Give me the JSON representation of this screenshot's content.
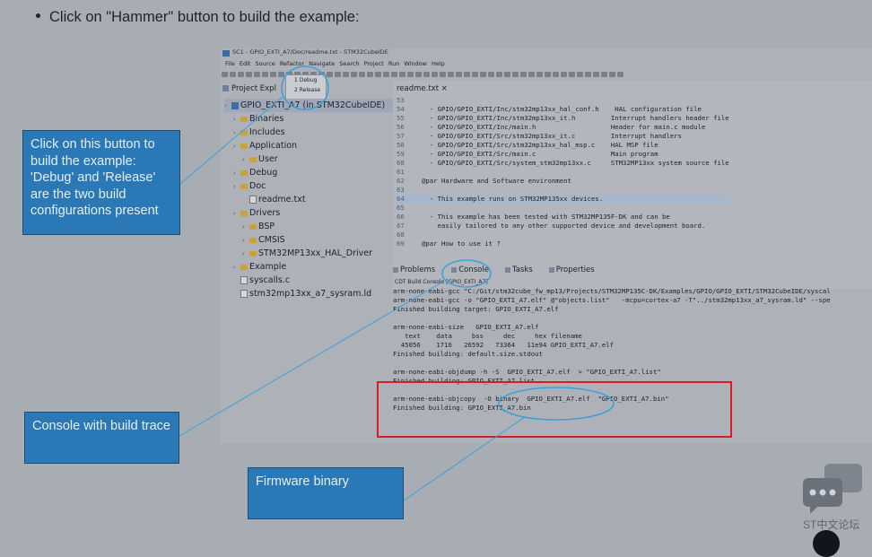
{
  "instruction": "Click on \"Hammer\" button to build the example:",
  "ide": {
    "window_title": "SC1 - GPIO_EXTI_A7/Doc/readme.txt - STM32CubeIDE",
    "menu": [
      "File",
      "Edit",
      "Source",
      "Refactor",
      "Navigate",
      "Search",
      "Project",
      "Run",
      "Window",
      "Help"
    ],
    "build_menu": [
      "1 Debug",
      "2 Release"
    ],
    "project_explorer_tab": "Project Expl",
    "tree": [
      {
        "label": "GPIO_EXTI_A7 (in STM32CubeIDE)",
        "icon": "project",
        "indent": 0,
        "selected": true
      },
      {
        "label": "Binaries",
        "icon": "folder",
        "indent": 1
      },
      {
        "label": "Includes",
        "icon": "folder",
        "indent": 1
      },
      {
        "label": "Application",
        "icon": "folder",
        "indent": 1
      },
      {
        "label": "User",
        "icon": "folder",
        "indent": 2
      },
      {
        "label": "Debug",
        "icon": "folder",
        "indent": 1
      },
      {
        "label": "Doc",
        "icon": "folder",
        "indent": 1
      },
      {
        "label": "readme.txt",
        "icon": "file",
        "indent": 2
      },
      {
        "label": "Drivers",
        "icon": "folder",
        "indent": 1
      },
      {
        "label": "BSP",
        "icon": "folder",
        "indent": 2
      },
      {
        "label": "CMSIS",
        "icon": "folder",
        "indent": 2
      },
      {
        "label": "STM32MP13xx_HAL_Driver",
        "icon": "folder",
        "indent": 2
      },
      {
        "label": "Example",
        "icon": "folder",
        "indent": 1
      },
      {
        "label": "syscalls.c",
        "icon": "file",
        "indent": 1
      },
      {
        "label": "stm32mp13xx_a7_sysram.ld",
        "icon": "file",
        "indent": 1
      }
    ],
    "editor_tab": "readme.txt",
    "code_lines": [
      {
        "n": "53",
        "t": ""
      },
      {
        "n": "54",
        "t": "  - GPIO/GPIO_EXTI/Inc/stm32mp13xx_hal_conf.h    HAL configuration file"
      },
      {
        "n": "55",
        "t": "  - GPIO/GPIO_EXTI/Inc/stm32mp13xx_it.h         Interrupt handlers header file"
      },
      {
        "n": "56",
        "t": "  - GPIO/GPIO_EXTI/Inc/main.h                   Header for main.c module"
      },
      {
        "n": "57",
        "t": "  - GPIO/GPIO_EXTI/Src/stm32mp13xx_it.c         Interrupt handlers"
      },
      {
        "n": "58",
        "t": "  - GPIO/GPIO_EXTI/Src/stm32mp13xx_hal_msp.c    HAL MSP file"
      },
      {
        "n": "59",
        "t": "  - GPIO/GPIO_EXTI/Src/main.c                   Main program"
      },
      {
        "n": "60",
        "t": "  - GPIO/GPIO_EXTI/Src/system_stm32mp13xx.c     STM32MP13xx system source file"
      },
      {
        "n": "61",
        "t": ""
      },
      {
        "n": "62",
        "t": "@par Hardware and Software environment"
      },
      {
        "n": "63",
        "t": ""
      },
      {
        "n": "64",
        "t": "  - This example runs on STM32MP135xx devices."
      },
      {
        "n": "65",
        "t": ""
      },
      {
        "n": "66",
        "t": "  - This example has been tested with STM32MP135F-DK and can be"
      },
      {
        "n": "67",
        "t": "    easily tailored to any other supported device and development board."
      },
      {
        "n": "68",
        "t": ""
      },
      {
        "n": "69",
        "t": "@par How to use it ?"
      }
    ],
    "console_tabs": [
      "Problems",
      "Console",
      "Tasks",
      "Properties"
    ],
    "console_label": "CDT Build Console [GPIO_EXTI_A7]",
    "console_lines": [
      "arm-none-eabi-gcc \"C:/Git/stm32cube_fw_mp13/Projects/STM32MP135C-DK/Examples/GPIO/GPIO_EXTI/STM32CubeIDE/syscal",
      "arm-none-eabi-gcc -o \"GPIO_EXTI_A7.elf\" @\"objects.list\"   -mcpu=cortex-a7 -T\"../stm32mp13xx_a7_sysram.ld\" --spe",
      "Finished building target: GPIO_EXTI_A7.elf",
      "",
      "arm-none-eabi-size   GPIO_EXTI_A7.elf",
      "   text    data     bss     dec     hex filename",
      "  45056    1716   26592   73364   11e94 GPIO_EXTI_A7.elf",
      "Finished building: default.size.stdout",
      "",
      "arm-none-eabi-objdump -h -S  GPIO_EXTI_A7.elf  > \"GPIO_EXTI_A7.list\"",
      "Finished building: GPIO_EXTI_A7.list",
      "",
      "arm-none-eabi-objcopy  -O binary  GPIO_EXTI_A7.elf  \"GPIO_EXTI_A7.bin\"",
      "Finished building: GPIO_EXTI_A7.bin"
    ]
  },
  "callouts": {
    "build": "Click on this button to build the example: 'Debug' and 'Release' are the two build configurations present",
    "console": "Console with build trace",
    "firmware": "Firmware binary"
  },
  "forum_label": "ST中文论坛",
  "colors": {
    "callout": "#2a78b5",
    "highlight_box": "#d81d22",
    "annotation": "#3aa0d8"
  }
}
